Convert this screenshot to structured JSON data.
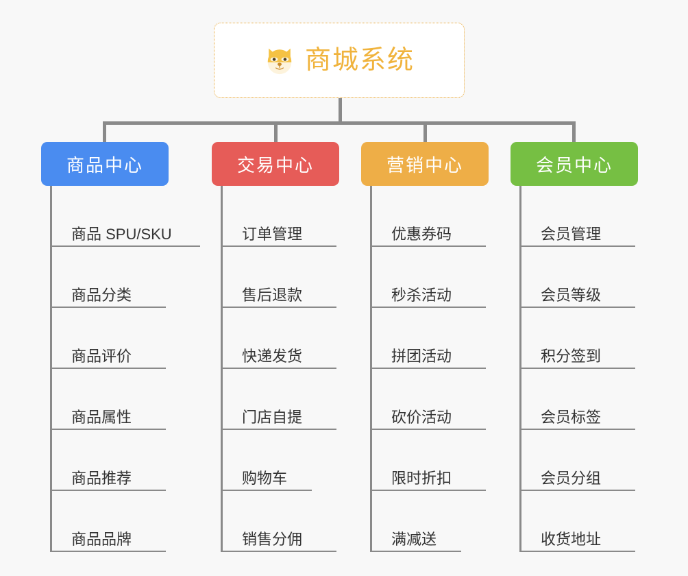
{
  "root": {
    "title": "商城系统",
    "icon": "shiba-dog-icon",
    "border_color": "#e8a838",
    "text_color": "#f0b33c"
  },
  "theme": {
    "background": "#f8f8f8",
    "connector_color": "#8a8a8a",
    "leaf_text_color": "#333333"
  },
  "columns": [
    {
      "title": "商品中心",
      "color": "#4a8cf0",
      "leaves": [
        "商品 SPU/SKU",
        "商品分类",
        "商品评价",
        "商品属性",
        "商品推荐",
        "商品品牌"
      ]
    },
    {
      "title": "交易中心",
      "color": "#e65c58",
      "leaves": [
        "订单管理",
        "售后退款",
        "快递发货",
        "门店自提",
        "购物车",
        "销售分佣"
      ]
    },
    {
      "title": "营销中心",
      "color": "#eeae47",
      "leaves": [
        "优惠券码",
        "秒杀活动",
        "拼团活动",
        "砍价活动",
        "限时折扣",
        "满减送"
      ]
    },
    {
      "title": "会员中心",
      "color": "#76bf43",
      "leaves": [
        "会员管理",
        "会员等级",
        "积分签到",
        "会员标签",
        "会员分组",
        "收货地址"
      ]
    }
  ]
}
